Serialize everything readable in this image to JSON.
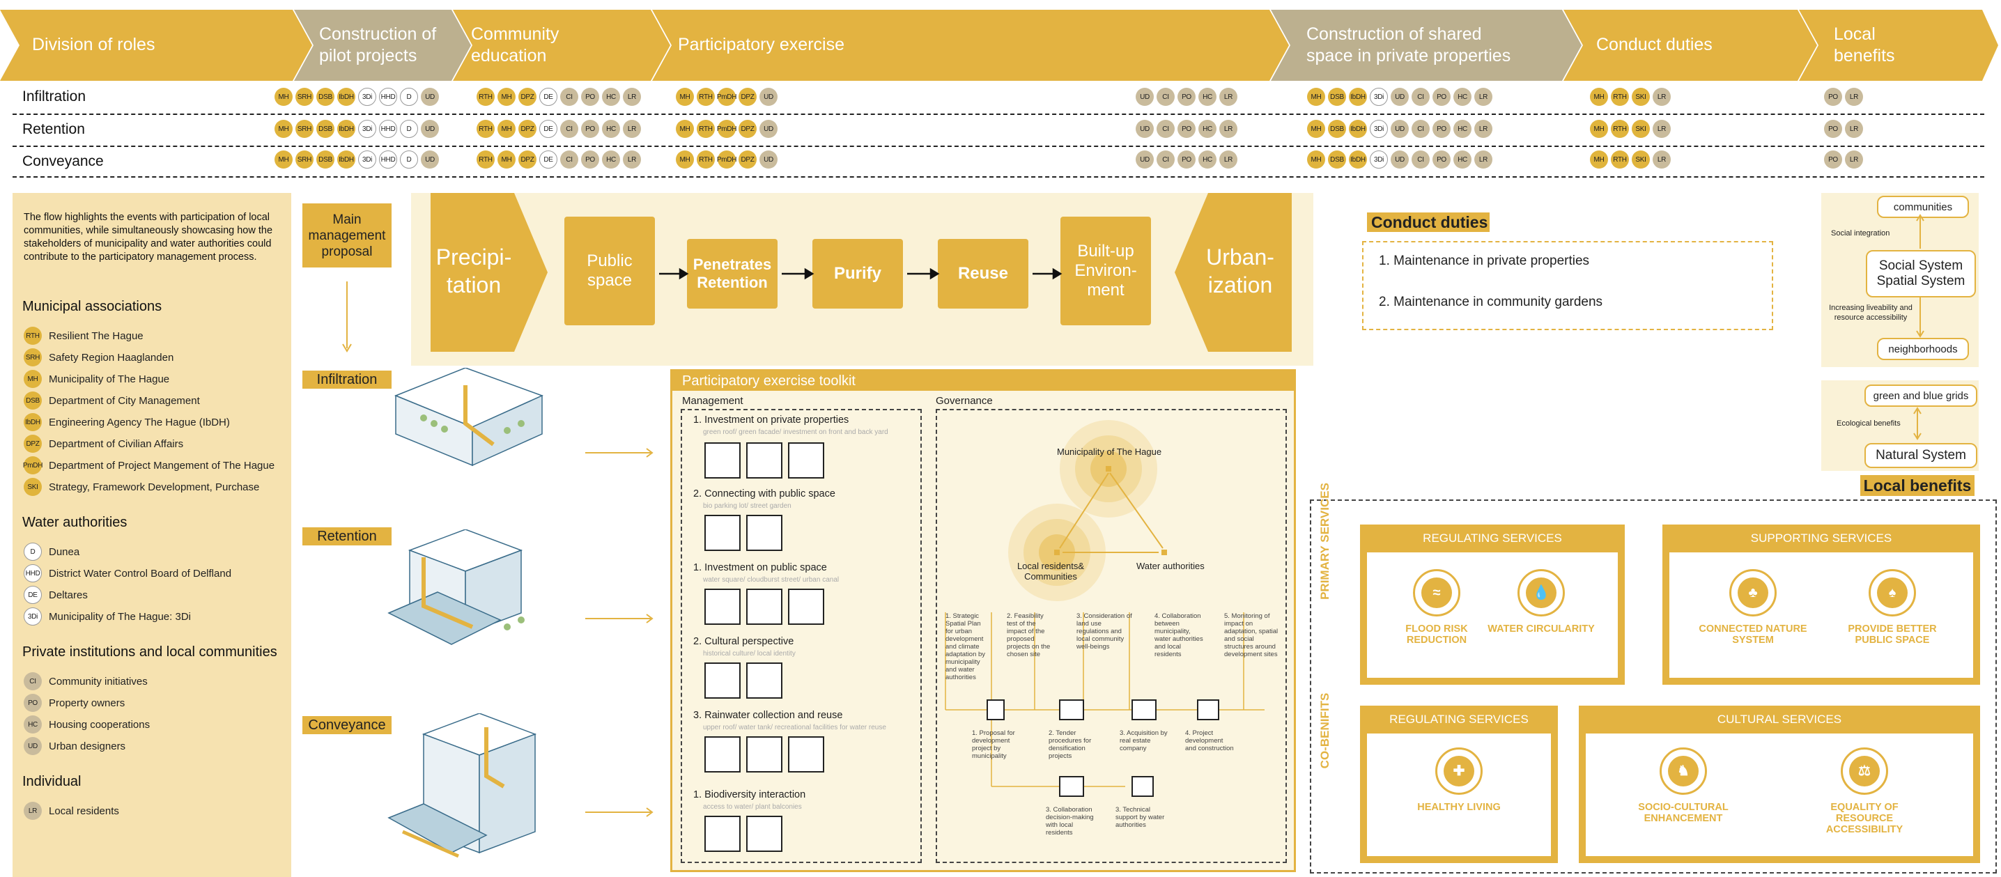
{
  "phases": [
    {
      "line1": "Division of roles",
      "line2": ""
    },
    {
      "line1": "Construction of",
      "line2": "pilot projects"
    },
    {
      "line1": "Community",
      "line2": "education"
    },
    {
      "line1": "Participatory exercise",
      "line2": ""
    },
    {
      "line1": "Construction of shared",
      "line2": "space in private properties"
    },
    {
      "line1": "Conduct duties",
      "line2": ""
    },
    {
      "line1": "Local",
      "line2": "benefits"
    }
  ],
  "rows": [
    {
      "label": "Infiltration"
    },
    {
      "label": "Retention"
    },
    {
      "label": "Conveyance"
    }
  ],
  "chip_groups": [
    [
      "MH",
      "SRH",
      "DSB",
      "IbDH",
      "3Di",
      "HHD",
      "D",
      "UD"
    ],
    [
      "RTH",
      "MH",
      "DPZ",
      "DE",
      "CI",
      "PO",
      "HC",
      "LR"
    ],
    [
      "MH",
      "RTH",
      "PmDH",
      "DPZ",
      "UD"
    ],
    [
      "UD",
      "CI",
      "PO",
      "HC",
      "LR"
    ],
    [
      "MH",
      "DSB",
      "IbDH",
      "3Di",
      "UD",
      "CI",
      "PO",
      "HC",
      "LR"
    ],
    [
      "MH",
      "RTH",
      "SKI",
      "LR"
    ],
    [
      "PO",
      "LR"
    ]
  ],
  "legend": {
    "intro": "The flow highlights the events with participation of local communities, while simultaneously showcasing how the stakeholders of municipality and water authorities could contribute to the participatory management process.",
    "groups": [
      {
        "title": "Municipal associations",
        "items": [
          {
            "code": "RTH",
            "name": "Resilient The Hague"
          },
          {
            "code": "SRH",
            "name": "Safety Region Haaglanden"
          },
          {
            "code": "MH",
            "name": "Municipality of The Hague"
          },
          {
            "code": "DSB",
            "name": "Department of City Management"
          },
          {
            "code": "IbDH",
            "name": "Engineering Agency The Hague  (IbDH)"
          },
          {
            "code": "DPZ",
            "name": "Department of Civilian Affairs"
          },
          {
            "code": "PmDH",
            "name": "Department of Project Mangement of The Hague"
          },
          {
            "code": "SKI",
            "name": "Strategy, Framework Development, Purchase"
          }
        ]
      },
      {
        "title": "Water authorities",
        "items": [
          {
            "code": "D",
            "name": "Dunea"
          },
          {
            "code": "HHD",
            "name": "District Water Control Board of Delfland"
          },
          {
            "code": "DE",
            "name": "Deltares"
          },
          {
            "code": "3Di",
            "name": "Municipality of The Hague: 3Di"
          }
        ]
      },
      {
        "title": "Private institutions and local communities",
        "items": [
          {
            "code": "CI",
            "name": "Community initiatives"
          },
          {
            "code": "PO",
            "name": "Property owners"
          },
          {
            "code": "HC",
            "name": "Housing cooperations"
          },
          {
            "code": "UD",
            "name": "Urban designers"
          }
        ]
      },
      {
        "title": "Individual",
        "items": [
          {
            "code": "LR",
            "name": "Local residents"
          }
        ]
      }
    ]
  },
  "center": {
    "main_proposal": "Main management proposal",
    "labels": [
      "Infiltration",
      "Retention",
      "Conveyance"
    ]
  },
  "flow": {
    "left": [
      "Precipi-",
      "tation"
    ],
    "boxes": [
      "Public space",
      "Penetrates Retention",
      "Purify",
      "Reuse",
      "Built-up Environ-ment"
    ],
    "right": [
      "Urban-",
      "ization"
    ]
  },
  "toolkit": {
    "title": "Participatory exercise toolkit",
    "management": "Management",
    "governance": "Governance",
    "items": [
      {
        "title": "1. Investment on private properties",
        "desc": "green roof/ green facade/ investment on front and back yard"
      },
      {
        "title": "2. Connecting with public space",
        "desc": "bio parking lot/ street garden"
      },
      {
        "title": "1. Investment on public space",
        "desc": "water square/ cloudburst street/ urban canal"
      },
      {
        "title": "2. Cultural perspective",
        "desc": "historical culture/ local identity"
      },
      {
        "title": "3. Rainwater collection and reuse",
        "desc": "upper roof/ water tank/ recreational facilities for water reuse"
      },
      {
        "title": "1. Biodiversity interaction",
        "desc": "access to water/ plant balconies"
      }
    ],
    "gov_nodes": [
      "Municipality of The Hague",
      "Local residents& Communities",
      "Water authorities"
    ],
    "gov_steps_top": [
      "1. Strategic Spatial Plan for urban development and climate adaptation by municipality and water authorities",
      "2. Feasibility test of the impact of the proposed projects on the chosen site",
      "3. Consideration of land use regulations and local community well-beings",
      "4. Collaboration between municipality, water authorities and local residents",
      "5. Monitoring of impact on adaptation, spatial and social structures around development sites"
    ],
    "gov_steps_bottom": [
      "1. Proposal for development project by municipality",
      "2. Tender procedures for densification projects",
      "3. Acquisition by real estate company",
      "4. Project development and construction"
    ],
    "gov_steps_lower": [
      "3. Collaboration decision-making with local residents",
      "3. Technical support by water authorities"
    ]
  },
  "duties": {
    "title": "Conduct duties",
    "items": [
      "1. Maintenance in private properties",
      "2. Maintenance in community gardens"
    ]
  },
  "systems": {
    "communities": "communities",
    "social_integration": "Social integration",
    "social_system": "Social  System",
    "spatial_system": "Spatial  System",
    "liveability": "Increasing liveability and resource accessibility",
    "neighborhoods": "neighborhoods",
    "green_blue": "green and blue grids",
    "ecological": "Ecological benefits",
    "natural_system": "Natural  System"
  },
  "benefits": {
    "title": "Local benefits",
    "primary_label": "PRIMARY SERVICES",
    "co_label": "CO-BENIFITS",
    "panels": [
      {
        "title": "REGULATING SERVICES",
        "items": [
          "FLOOD RISK REDUCTION",
          "WATER CIRCULARITY"
        ]
      },
      {
        "title": "SUPPORTING SERVICES",
        "items": [
          "CONNECTED NATURE SYSTEM",
          "PROVIDE BETTER PUBLIC SPACE"
        ]
      },
      {
        "title": "REGULATING SERVICES",
        "items": [
          "HEALTHY LIVING"
        ]
      },
      {
        "title": "CULTURAL SERVICES",
        "items": [
          "SOCIO-CULTURAL ENHANCEMENT",
          "EQUALITY OF RESOURCE ACCESSIBILITY"
        ]
      }
    ]
  },
  "colors": {
    "gold": "#e3b341",
    "taupe": "#bcb08f",
    "cream": "#f6e2b0"
  }
}
